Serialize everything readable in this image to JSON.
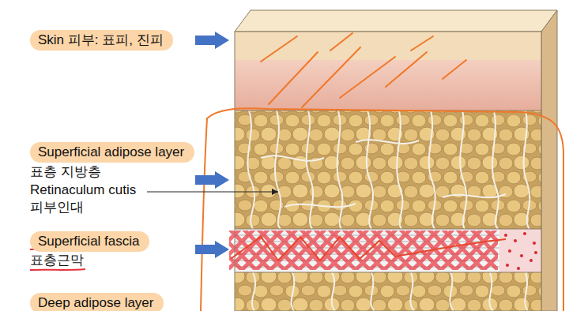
{
  "diagram": {
    "nodes": [
      {
        "text": [
          "Skin 피부: 표피, 진피"
        ]
      },
      {
        "text": [
          "Superficial adipose layer"
        ]
      },
      {
        "text": [
          "Superficial fascia"
        ]
      },
      {
        "text": [
          "Deep adipose layer"
        ]
      }
    ],
    "labels": [
      "표층 지방층",
      "Retinaculum cutis",
      "피부인대",
      "표층근막"
    ]
  }
}
